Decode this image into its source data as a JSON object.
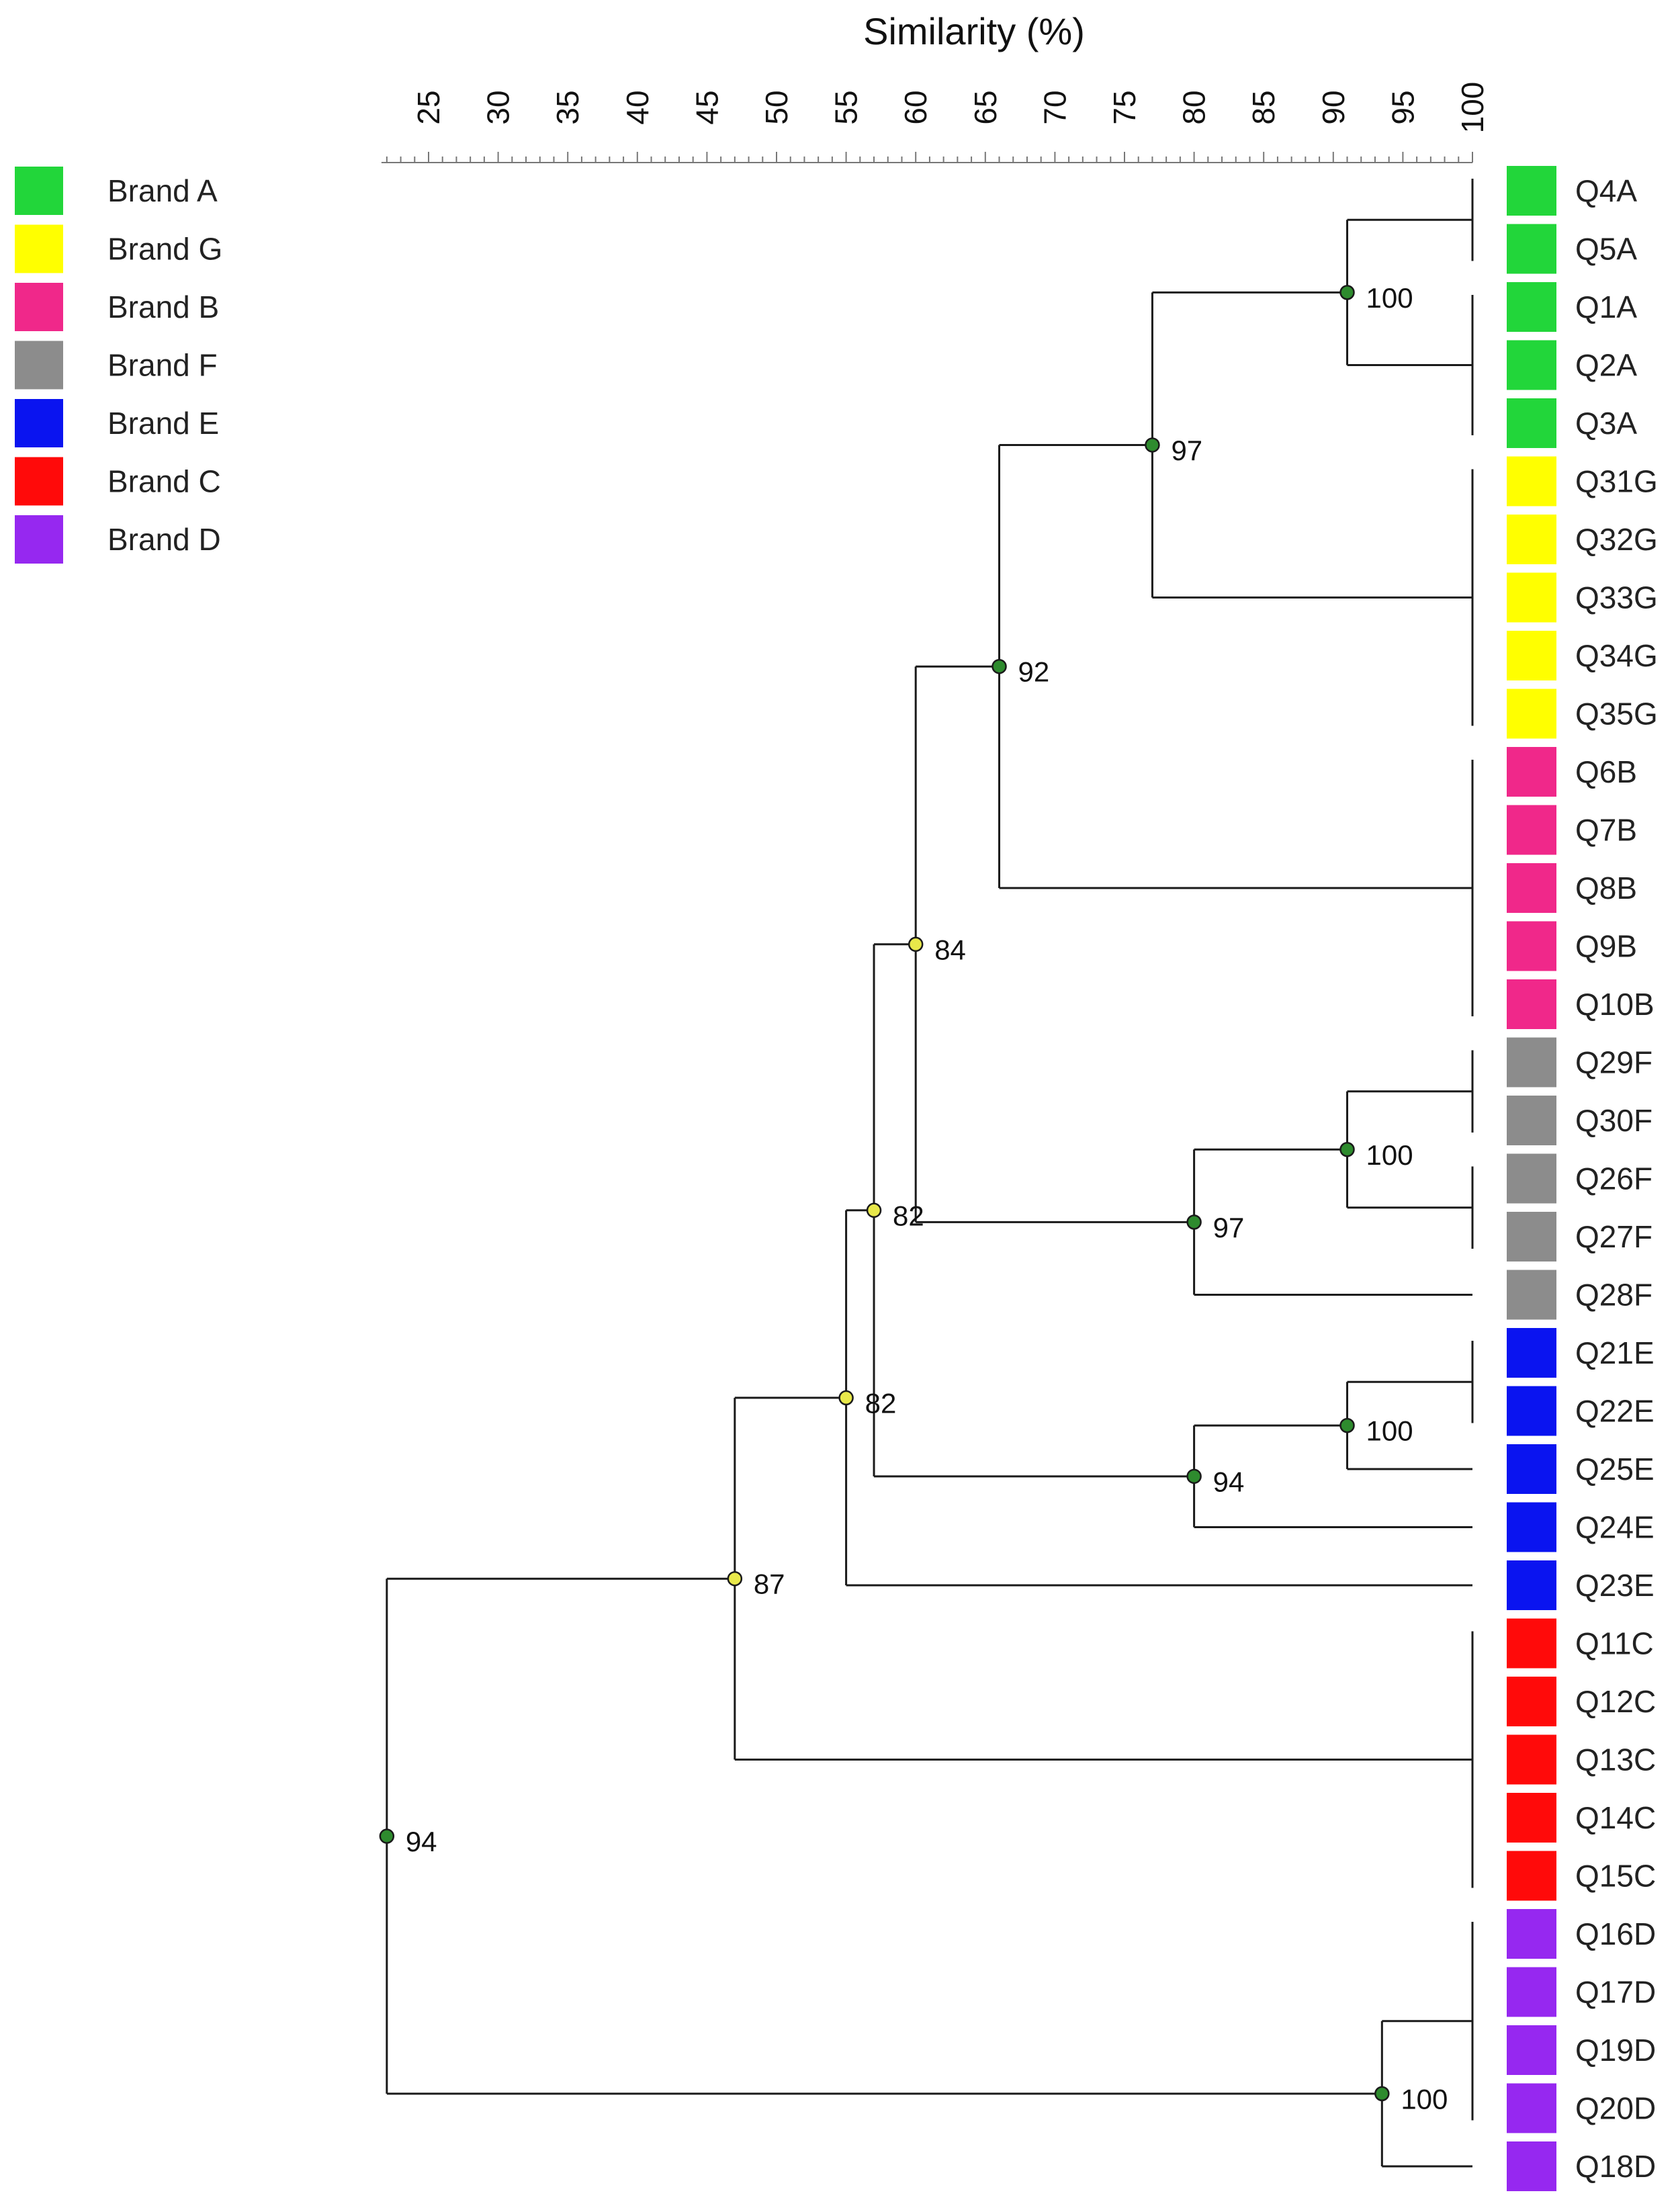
{
  "axis": {
    "title": "Similarity (%)",
    "ticks": [
      25,
      30,
      35,
      40,
      45,
      50,
      55,
      60,
      65,
      70,
      75,
      80,
      85,
      90,
      95,
      100
    ],
    "range": [
      22,
      100
    ]
  },
  "legend": [
    {
      "label": "Brand A",
      "color": "#22d63a"
    },
    {
      "label": "Brand G",
      "color": "#ffff00"
    },
    {
      "label": "Brand B",
      "color": "#f0288a"
    },
    {
      "label": "Brand F",
      "color": "#8c8c8c"
    },
    {
      "label": "Brand E",
      "color": "#0a14f0"
    },
    {
      "label": "Brand C",
      "color": "#ff0a0a"
    },
    {
      "label": "Brand D",
      "color": "#9628f0"
    }
  ],
  "leaves": [
    {
      "label": "Q4A",
      "brand": "Brand A"
    },
    {
      "label": "Q5A",
      "brand": "Brand A"
    },
    {
      "label": "Q1A",
      "brand": "Brand A"
    },
    {
      "label": "Q2A",
      "brand": "Brand A"
    },
    {
      "label": "Q3A",
      "brand": "Brand A"
    },
    {
      "label": "Q31G",
      "brand": "Brand G"
    },
    {
      "label": "Q32G",
      "brand": "Brand G"
    },
    {
      "label": "Q33G",
      "brand": "Brand G"
    },
    {
      "label": "Q34G",
      "brand": "Brand G"
    },
    {
      "label": "Q35G",
      "brand": "Brand G"
    },
    {
      "label": "Q6B",
      "brand": "Brand B"
    },
    {
      "label": "Q7B",
      "brand": "Brand B"
    },
    {
      "label": "Q8B",
      "brand": "Brand B"
    },
    {
      "label": "Q9B",
      "brand": "Brand B"
    },
    {
      "label": "Q10B",
      "brand": "Brand B"
    },
    {
      "label": "Q29F",
      "brand": "Brand F"
    },
    {
      "label": "Q30F",
      "brand": "Brand F"
    },
    {
      "label": "Q26F",
      "brand": "Brand F"
    },
    {
      "label": "Q27F",
      "brand": "Brand F"
    },
    {
      "label": "Q28F",
      "brand": "Brand F"
    },
    {
      "label": "Q21E",
      "brand": "Brand E"
    },
    {
      "label": "Q22E",
      "brand": "Brand E"
    },
    {
      "label": "Q25E",
      "brand": "Brand E"
    },
    {
      "label": "Q24E",
      "brand": "Brand E"
    },
    {
      "label": "Q23E",
      "brand": "Brand E"
    },
    {
      "label": "Q11C",
      "brand": "Brand C"
    },
    {
      "label": "Q12C",
      "brand": "Brand C"
    },
    {
      "label": "Q13C",
      "brand": "Brand C"
    },
    {
      "label": "Q14C",
      "brand": "Brand C"
    },
    {
      "label": "Q15C",
      "brand": "Brand C"
    },
    {
      "label": "Q16D",
      "brand": "Brand D"
    },
    {
      "label": "Q17D",
      "brand": "Brand D"
    },
    {
      "label": "Q19D",
      "brand": "Brand D"
    },
    {
      "label": "Q20D",
      "brand": "Brand D"
    },
    {
      "label": "Q18D",
      "brand": "Brand D"
    }
  ],
  "nodes": [
    {
      "id": "nA1",
      "similarity": 100,
      "children": [
        "Q4A",
        "Q5A"
      ]
    },
    {
      "id": "nA2",
      "similarity": 100,
      "children": [
        "Q1A",
        "Q2A",
        "Q3A"
      ]
    },
    {
      "id": "nA",
      "similarity": 91,
      "children": [
        "nA1",
        "nA2"
      ],
      "support": "100",
      "marker": "green"
    },
    {
      "id": "nG",
      "similarity": 100,
      "children": [
        "Q31G",
        "Q32G",
        "Q33G",
        "Q34G",
        "Q35G"
      ]
    },
    {
      "id": "nAG",
      "similarity": 77,
      "children": [
        "nA",
        "nG"
      ],
      "support": "97",
      "marker": "green"
    },
    {
      "id": "nB",
      "similarity": 100,
      "children": [
        "Q6B",
        "Q7B",
        "Q8B",
        "Q9B",
        "Q10B"
      ]
    },
    {
      "id": "nAGB",
      "similarity": 66,
      "children": [
        "nAG",
        "nB"
      ],
      "support": "92",
      "marker": "green"
    },
    {
      "id": "nF1",
      "similarity": 100,
      "children": [
        "Q29F",
        "Q30F"
      ]
    },
    {
      "id": "nF2",
      "similarity": 100,
      "children": [
        "Q26F",
        "Q27F"
      ]
    },
    {
      "id": "nF3",
      "similarity": 91,
      "children": [
        "nF1",
        "nF2"
      ],
      "support": "100",
      "marker": "green"
    },
    {
      "id": "nF",
      "similarity": 80,
      "children": [
        "nF3",
        "Q28F"
      ],
      "support": "97",
      "marker": "green"
    },
    {
      "id": "nAGBF",
      "similarity": 60,
      "children": [
        "nAGB",
        "nF"
      ],
      "support": "84",
      "marker": "yellow"
    },
    {
      "id": "nE1",
      "similarity": 100,
      "children": [
        "Q21E",
        "Q22E"
      ]
    },
    {
      "id": "nE2",
      "similarity": 91,
      "children": [
        "nE1",
        "Q25E"
      ],
      "support": "100",
      "marker": "green"
    },
    {
      "id": "nE",
      "similarity": 80,
      "children": [
        "nE2",
        "Q24E"
      ],
      "support": "94",
      "marker": "green"
    },
    {
      "id": "nAGBFE",
      "similarity": 57,
      "children": [
        "nAGBF",
        "nE"
      ],
      "support": "82",
      "marker": "yellow"
    },
    {
      "id": "n23",
      "similarity": 55,
      "children": [
        "nAGBFE",
        "Q23E"
      ],
      "support": "82",
      "marker": "yellow"
    },
    {
      "id": "nC",
      "similarity": 100,
      "children": [
        "Q11C",
        "Q12C",
        "Q13C",
        "Q14C",
        "Q15C"
      ]
    },
    {
      "id": "nABC",
      "similarity": 47,
      "children": [
        "n23",
        "nC"
      ],
      "support": "87",
      "marker": "yellow"
    },
    {
      "id": "nD1",
      "similarity": 100,
      "children": [
        "Q16D",
        "Q17D",
        "Q19D",
        "Q20D"
      ]
    },
    {
      "id": "nD",
      "similarity": 93.5,
      "children": [
        "nD1",
        "Q18D"
      ],
      "support": "100",
      "marker": "green"
    },
    {
      "id": "root",
      "similarity": 22,
      "children": [
        "nABC",
        "nD"
      ],
      "support": "94",
      "marker": "green"
    }
  ],
  "colors": {
    "line": "#1a1a1a",
    "marker_green": "#2e8b2e",
    "marker_yellow": "#e8e84a"
  }
}
